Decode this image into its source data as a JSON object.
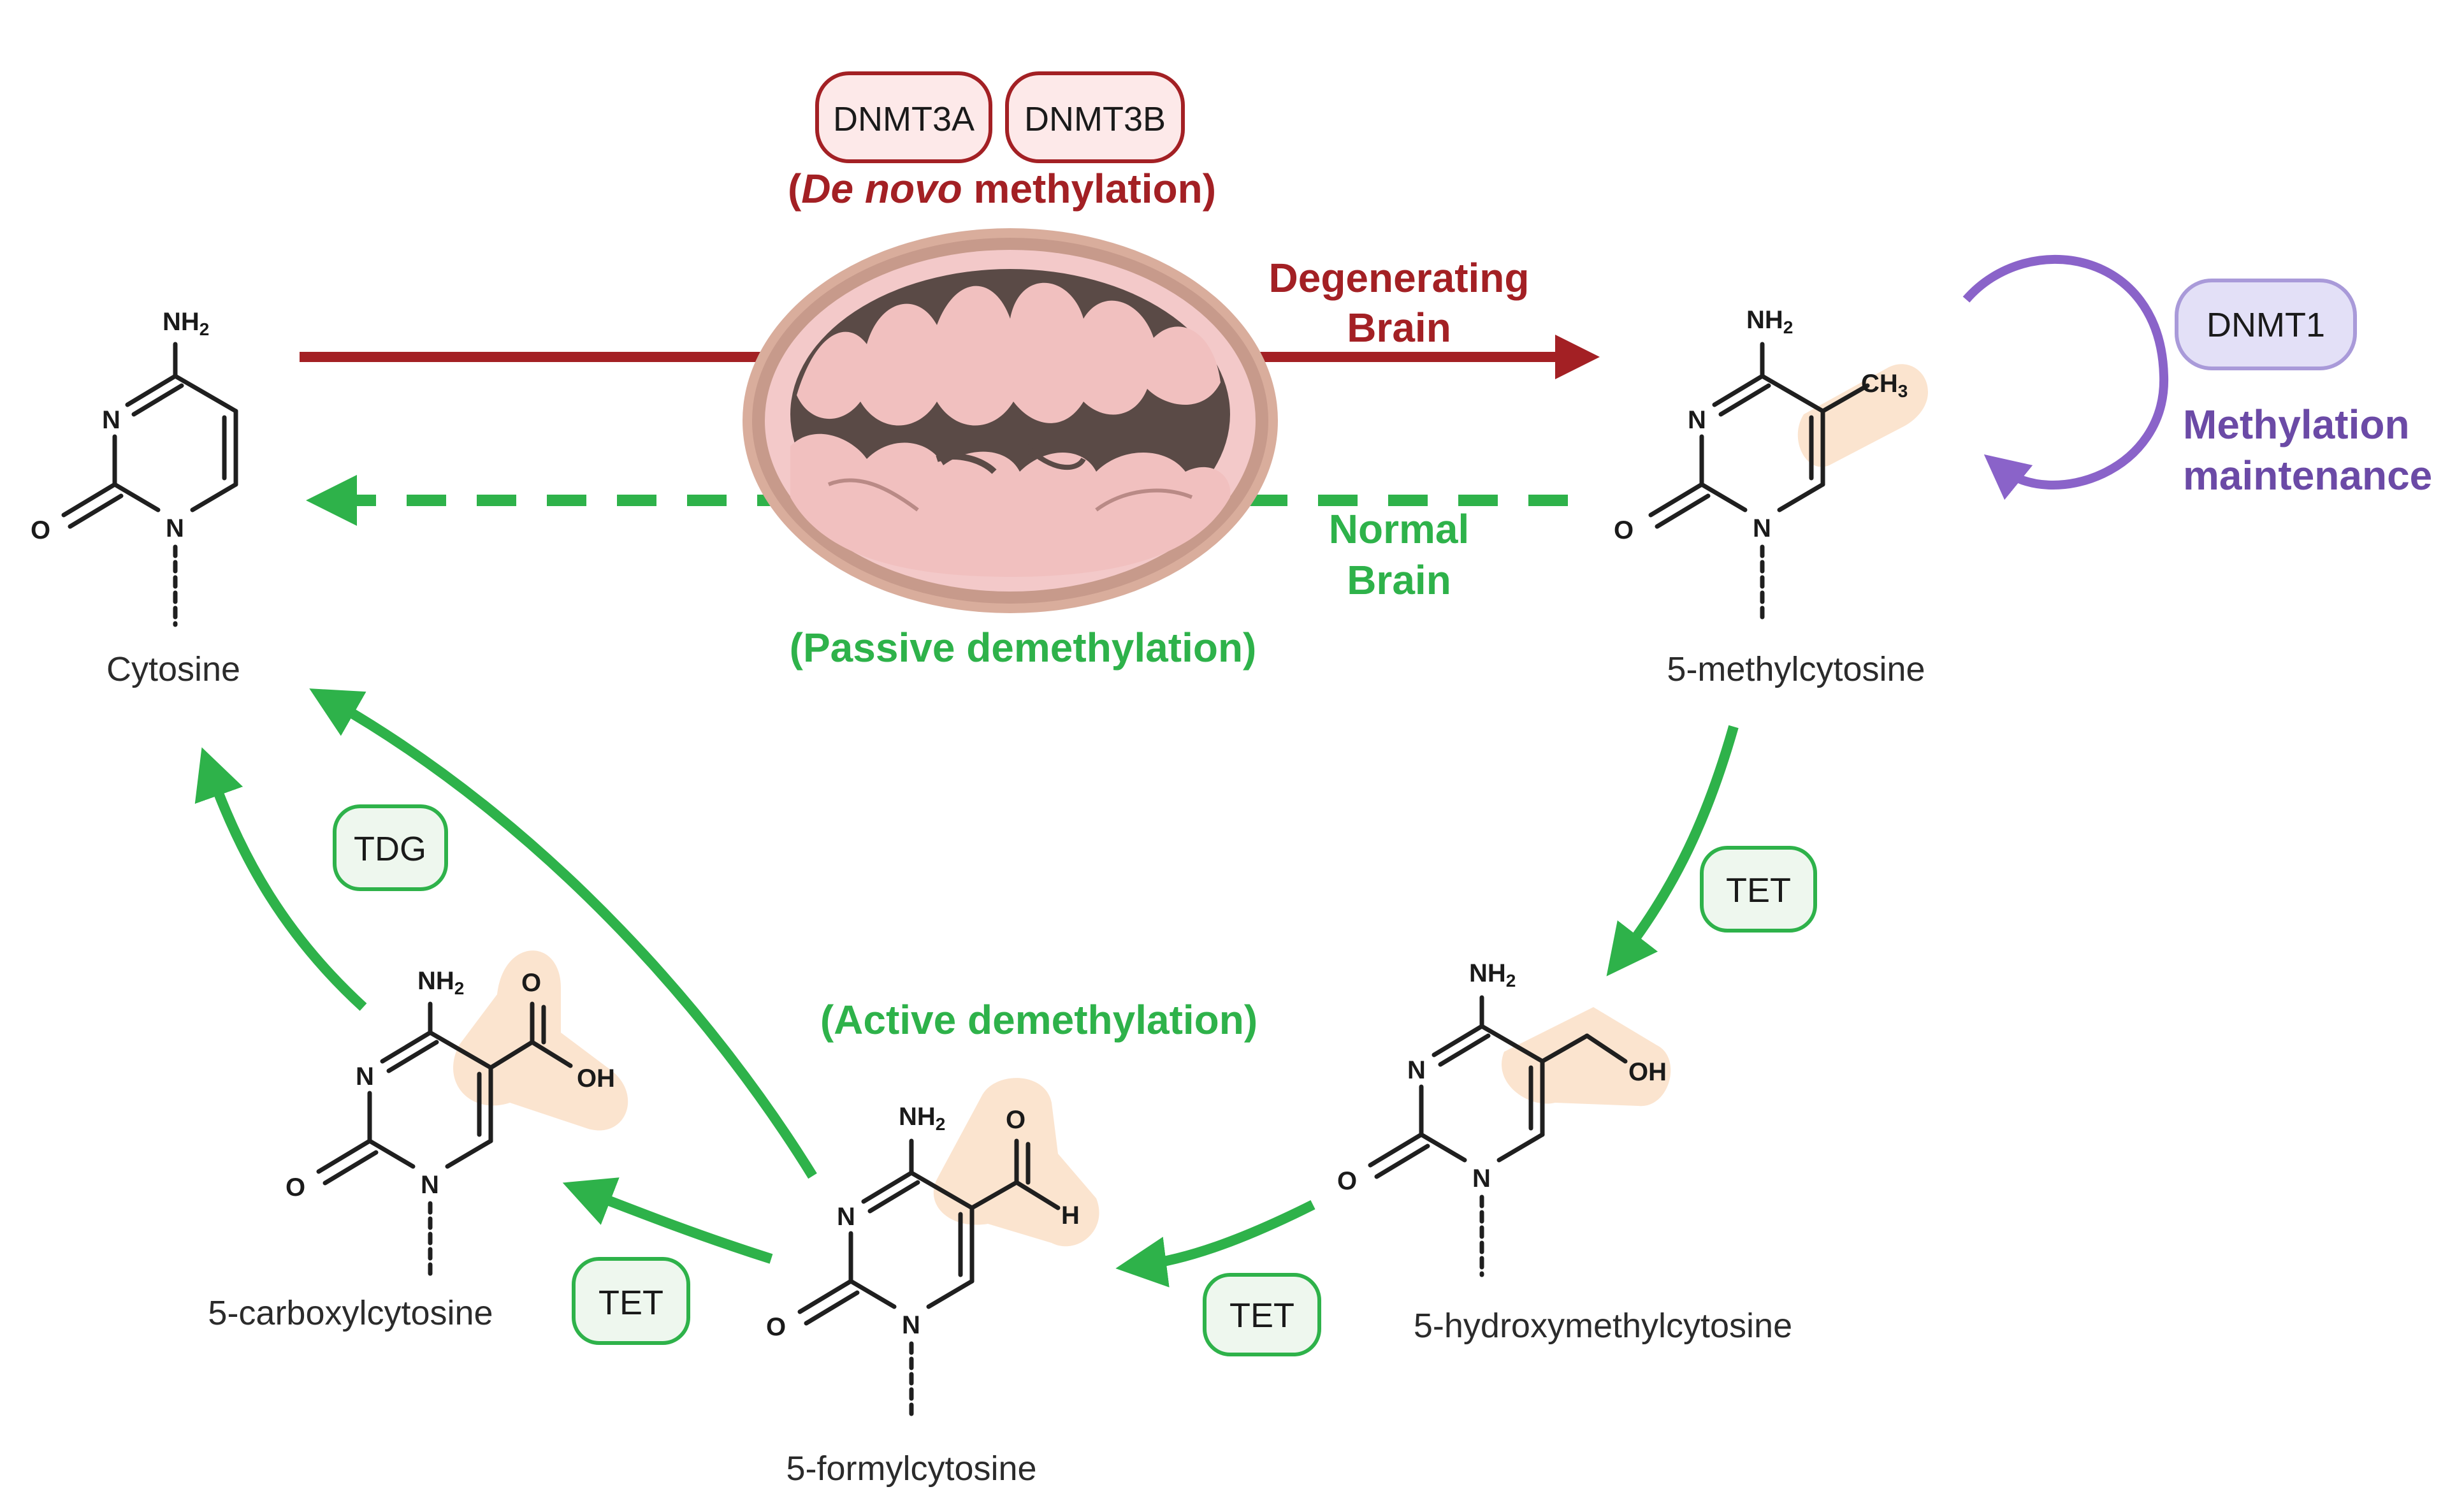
{
  "colors": {
    "red": "#a32024",
    "green": "#2eb24a",
    "purple": "#8a63c9",
    "purple_text": "#6b4aa6",
    "highlight": "#fbe4cf",
    "red_box_fill": "#fde9e9",
    "green_box_fill": "#eef7ee",
    "purple_box_fill": "#e3e0f7"
  },
  "molecules": {
    "cytosine": "Cytosine",
    "methylcytosine": "5-methylcytosine",
    "hydroxymethylcytosine": "5-hydroxymethylcytosine",
    "formylcytosine": "5-formylcytosine",
    "carboxylcytosine": "5-carboxylcytosine"
  },
  "atoms": {
    "nh2": "NH",
    "nh2_sub": "2",
    "n": "N",
    "o": "O",
    "ch3": "CH",
    "ch3_sub": "3",
    "oh": "OH",
    "h": "H"
  },
  "enzymes": {
    "dnmt3a": "DNMT3A",
    "dnmt3b": "DNMT3B",
    "dnmt1": "DNMT1",
    "tet": "TET",
    "tdg": "TDG"
  },
  "labels": {
    "de_novo_open": "(",
    "de_novo_italic": "De novo",
    "de_novo_rest": " methylation)",
    "degenerating_1": "Degenerating",
    "degenerating_2": "Brain",
    "normal_1": "Normal",
    "normal_2": "Brain",
    "passive": "(Passive demethylation)",
    "active": "(Active demethylation)",
    "maintenance_1": "Methylation",
    "maintenance_2": "maintenance"
  },
  "icons": [
    "brain-section-icon"
  ]
}
